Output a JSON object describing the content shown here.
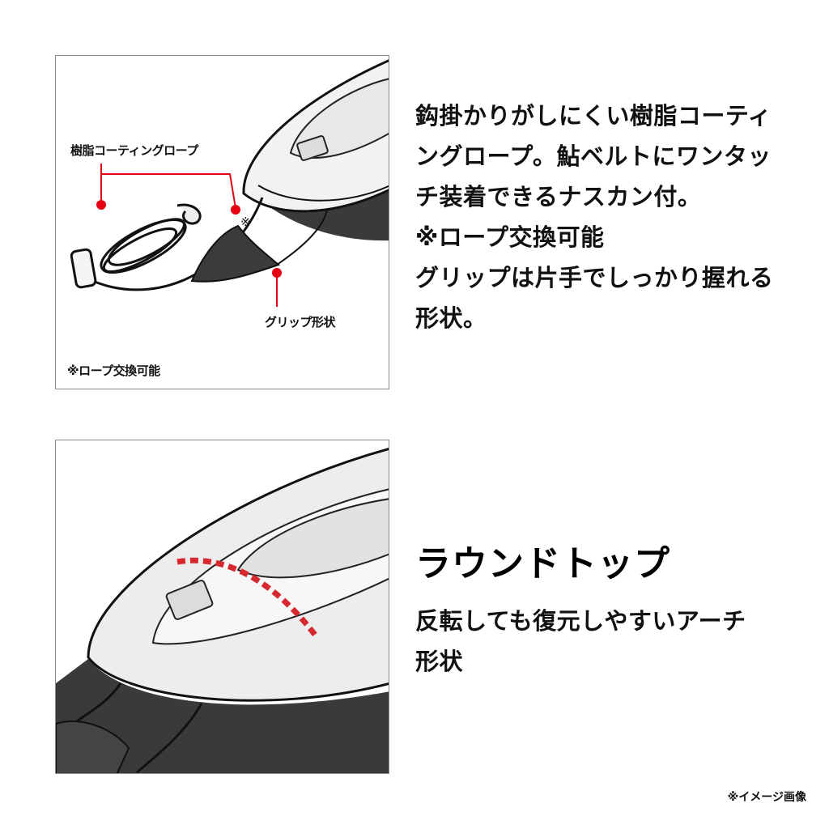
{
  "feature_1": {
    "callout_rope": "樹脂コーティングロープ",
    "callout_rope_mark": "※",
    "callout_grip": "グリップ形状",
    "panel_footnote": "※ロープ交換可能",
    "description_lines": [
      "鈎掛かりがしにくい樹脂コーティ",
      "ングロープ。鮎ベルトにワンタッ",
      "チ装着できるナスカン付。",
      "※ロープ交換可能",
      "グリップは片手でしっかり握れる",
      "形状。"
    ]
  },
  "feature_2": {
    "title": "ラウンドトップ",
    "description_lines": [
      "反転しても復元しやすいアーチ",
      "形状"
    ]
  },
  "image_note": "※イメージ画像",
  "colors": {
    "accent_red": "#e60012",
    "dot_red": "#d7282f",
    "border": "#8a8a8a"
  }
}
